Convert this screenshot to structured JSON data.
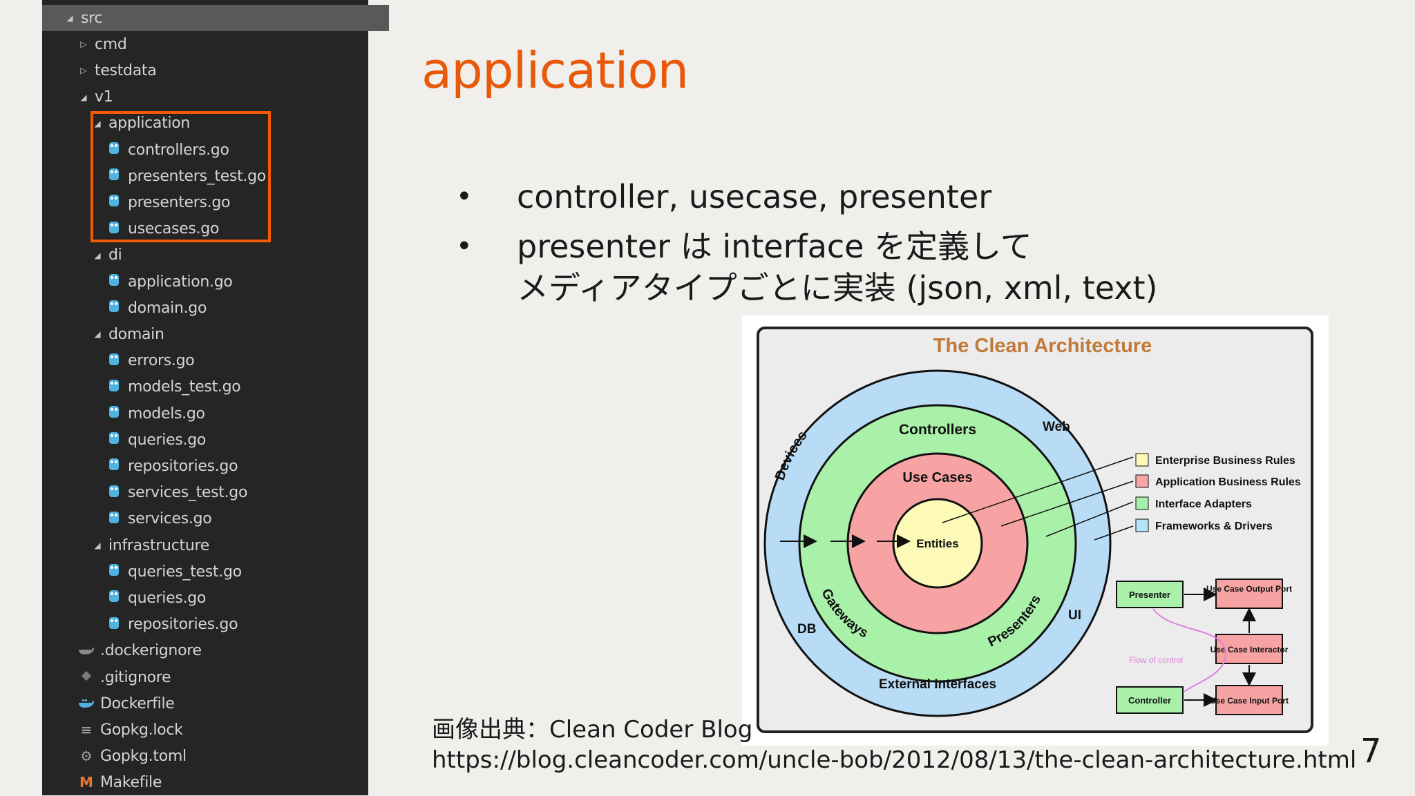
{
  "explorer": {
    "rows": [
      {
        "label": "src",
        "kind": "folder-open",
        "depth": 0
      },
      {
        "label": "cmd",
        "kind": "folder-closed",
        "depth": 1
      },
      {
        "label": "testdata",
        "kind": "folder-closed",
        "depth": 1
      },
      {
        "label": "v1",
        "kind": "folder-open",
        "depth": 1
      },
      {
        "label": "application",
        "kind": "folder-open",
        "depth": 2
      },
      {
        "label": "controllers.go",
        "kind": "go-file",
        "depth": 3
      },
      {
        "label": "presenters_test.go",
        "kind": "go-file",
        "depth": 3
      },
      {
        "label": "presenters.go",
        "kind": "go-file",
        "depth": 3
      },
      {
        "label": "usecases.go",
        "kind": "go-file",
        "depth": 3
      },
      {
        "label": "di",
        "kind": "folder-open",
        "depth": 2
      },
      {
        "label": "application.go",
        "kind": "go-file",
        "depth": 3
      },
      {
        "label": "domain.go",
        "kind": "go-file",
        "depth": 3
      },
      {
        "label": "domain",
        "kind": "folder-open",
        "depth": 2
      },
      {
        "label": "errors.go",
        "kind": "go-file",
        "depth": 3
      },
      {
        "label": "models_test.go",
        "kind": "go-file",
        "depth": 3
      },
      {
        "label": "models.go",
        "kind": "go-file",
        "depth": 3
      },
      {
        "label": "queries.go",
        "kind": "go-file",
        "depth": 3
      },
      {
        "label": "repositories.go",
        "kind": "go-file",
        "depth": 3
      },
      {
        "label": "services_test.go",
        "kind": "go-file",
        "depth": 3
      },
      {
        "label": "services.go",
        "kind": "go-file",
        "depth": 3
      },
      {
        "label": "infrastructure",
        "kind": "folder-open",
        "depth": 2
      },
      {
        "label": "queries_test.go",
        "kind": "go-file",
        "depth": 3
      },
      {
        "label": "queries.go",
        "kind": "go-file",
        "depth": 3
      },
      {
        "label": "repositories.go",
        "kind": "go-file",
        "depth": 3
      },
      {
        "label": ".dockerignore",
        "kind": "docker-ignore",
        "depth": 1
      },
      {
        "label": ".gitignore",
        "kind": "git",
        "depth": 1
      },
      {
        "label": "Dockerfile",
        "kind": "docker",
        "depth": 1
      },
      {
        "label": "Gopkg.lock",
        "kind": "lock",
        "depth": 1
      },
      {
        "label": "Gopkg.toml",
        "kind": "gear",
        "depth": 1
      },
      {
        "label": "Makefile",
        "kind": "makefile",
        "depth": 1
      }
    ]
  },
  "slide": {
    "title": "application",
    "bullets": [
      {
        "lines": [
          "controller, usecase, presenter"
        ]
      },
      {
        "lines": [
          "presenter は interface を定義して",
          "メディアタイプごとに実装 (json, xml, text)"
        ]
      }
    ],
    "bullet_glyph": "•",
    "caption_line1": "画像出典：Clean Coder Blog",
    "caption_line2": "https://blog.cleancoder.com/uncle-bob/2012/08/13/the-clean-architecture.html",
    "page_number": "7"
  },
  "diagram": {
    "title": "The Clean Architecture",
    "ring_labels": {
      "devices": "Devices",
      "web": "Web",
      "db": "DB",
      "ui": "UI",
      "external_interfaces": "External Interfaces",
      "controllers": "Controllers",
      "gateways": "Gateways",
      "presenters": "Presenters",
      "use_cases": "Use Cases",
      "entities": "Entities"
    },
    "legend": [
      {
        "label": "Enterprise Business Rules",
        "color": "#fdf9b6"
      },
      {
        "label": "Application Business Rules",
        "color": "#f8a7a7"
      },
      {
        "label": "Interface Adapters",
        "color": "#a7f0a7"
      },
      {
        "label": "Frameworks & Drivers",
        "color": "#b3e3f6"
      }
    ],
    "flow": {
      "presenter": "Presenter",
      "output_port": "Use Case Output Port",
      "interactor": "Use Case Interactor",
      "input_port": "Use Case Input Port",
      "controller": "Controller",
      "flow_of_control": "Flow of control"
    }
  },
  "colors": {
    "accent": "#e8590c",
    "highlight_box": "#f25a00",
    "explorer_bg": "#252526",
    "go_icon": "#4fb3e0"
  }
}
